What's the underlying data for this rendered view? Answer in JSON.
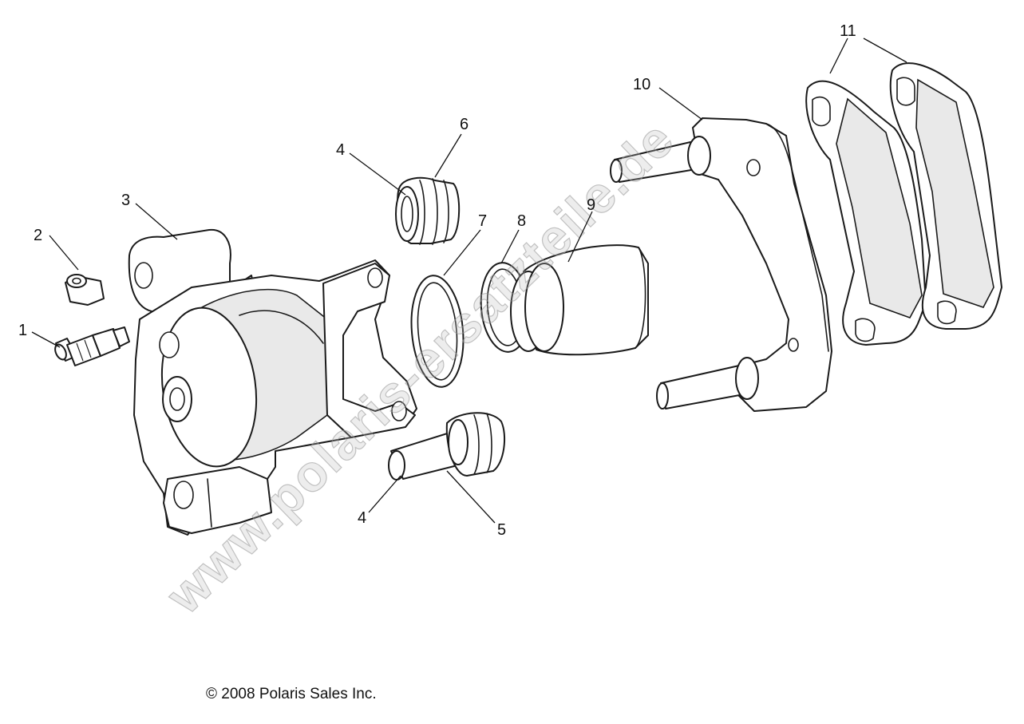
{
  "callouts": {
    "c1": "1",
    "c2": "2",
    "c3": "3",
    "c4a": "4",
    "c4b": "4",
    "c5": "5",
    "c6": "6",
    "c7": "7",
    "c8": "8",
    "c9": "9",
    "c10": "10",
    "c11": "11"
  },
  "watermark": "www.polaris-ersatzteile.de",
  "copyright": "© 2008 Polaris Sales Inc."
}
